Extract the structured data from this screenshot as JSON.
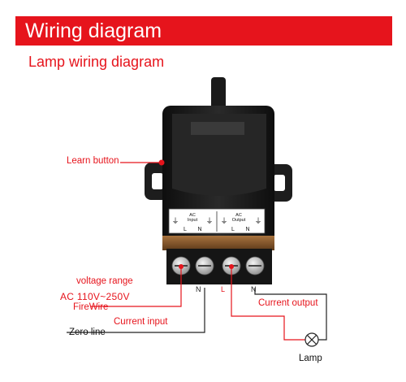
{
  "banner": {
    "title": "Wiring diagram"
  },
  "subtitle": "Lamp wiring diagram",
  "labels": {
    "learn_button": "Learn button",
    "voltage_range": "voltage range",
    "ac_voltage": "AC 110V~250V",
    "fire_wire": "FireWire",
    "current_input": "Current input",
    "zero_line": "Zero line",
    "current_output": "Current output",
    "lamp": "Lamp"
  },
  "panel": {
    "input_ac": "AC",
    "input_label": "Input",
    "output_ac": "AC",
    "output_label": "Output",
    "ground_symbol": "⏚",
    "l": "L",
    "n": "N"
  },
  "terminals": {
    "t1": "N",
    "t2": "L",
    "t3": "N"
  },
  "colors": {
    "accent": "#e6141c",
    "device": "#1c1c1c",
    "copper": "#8a5a2e"
  }
}
